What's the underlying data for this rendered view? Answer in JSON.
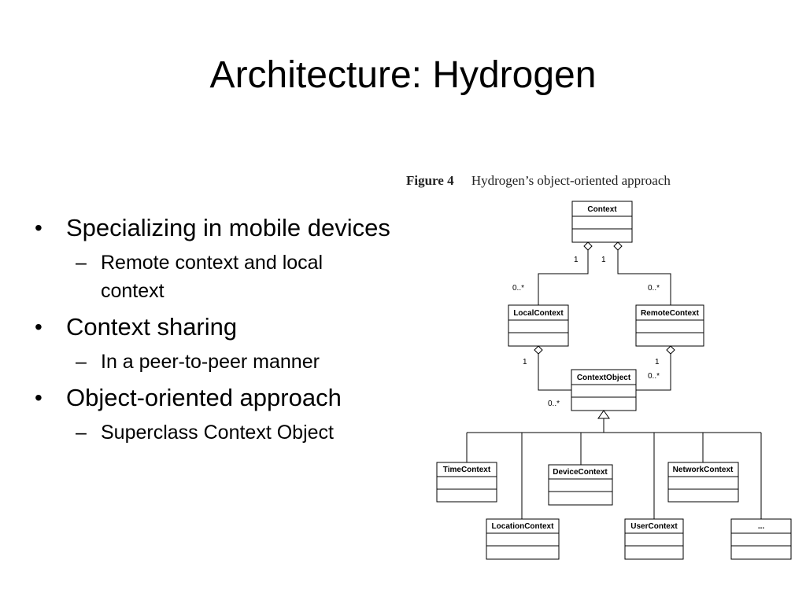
{
  "slide": {
    "title": "Architecture: Hydrogen",
    "bullets": [
      {
        "text": "Specializing in mobile devices",
        "sub": "Remote context and local context"
      },
      {
        "text": "Context sharing",
        "sub": "In a peer-to-peer manner"
      },
      {
        "text": "Object-oriented approach",
        "sub": "Superclass Context Object"
      }
    ]
  },
  "figure": {
    "label": "Figure 4",
    "caption": "Hydrogen’s object-oriented approach",
    "classes": {
      "context": "Context",
      "local": "LocalContext",
      "remote": "RemoteContext",
      "context_object": "ContextObject",
      "time": "TimeContext",
      "device": "DeviceContext",
      "network": "NetworkContext",
      "location": "LocationContext",
      "user": "UserContext",
      "more": "..."
    },
    "multiplicities": {
      "context_local": "1",
      "context_remote": "1",
      "local_end": "0..*",
      "remote_end": "0..*",
      "local_cobj": "1",
      "remote_cobj": "1",
      "cobj_local_end": "0..*",
      "cobj_remote_end": "0..*"
    }
  }
}
